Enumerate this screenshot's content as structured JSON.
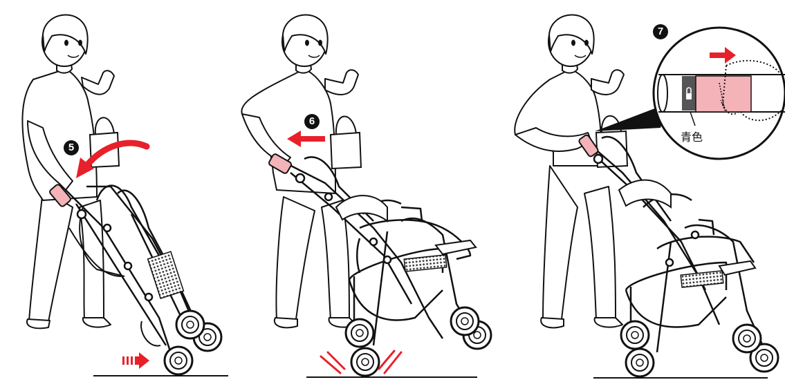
{
  "steps": [
    {
      "number": "5",
      "instruction_arrow": "curved-red-arrow",
      "motion_hint": "dashed-red-arrow-right"
    },
    {
      "number": "6",
      "instruction_arrow": "straight-red-arrow-left",
      "motion_hint": "impact-marks"
    },
    {
      "number": "7",
      "instruction_arrow": "straight-red-arrow-right",
      "motion_hint": "zoom-callout"
    }
  ],
  "callout": {
    "color_label": "青色",
    "lock_glyph": "lock-icon"
  },
  "colors": {
    "accent_red": "#e8202a",
    "handle_pink": "#f3b3b8",
    "lock_gray": "#555555",
    "basket_mesh": "#777777",
    "line": "#111111"
  },
  "icons": [
    "person-figure",
    "stroller",
    "handbag",
    "lock-icon"
  ]
}
